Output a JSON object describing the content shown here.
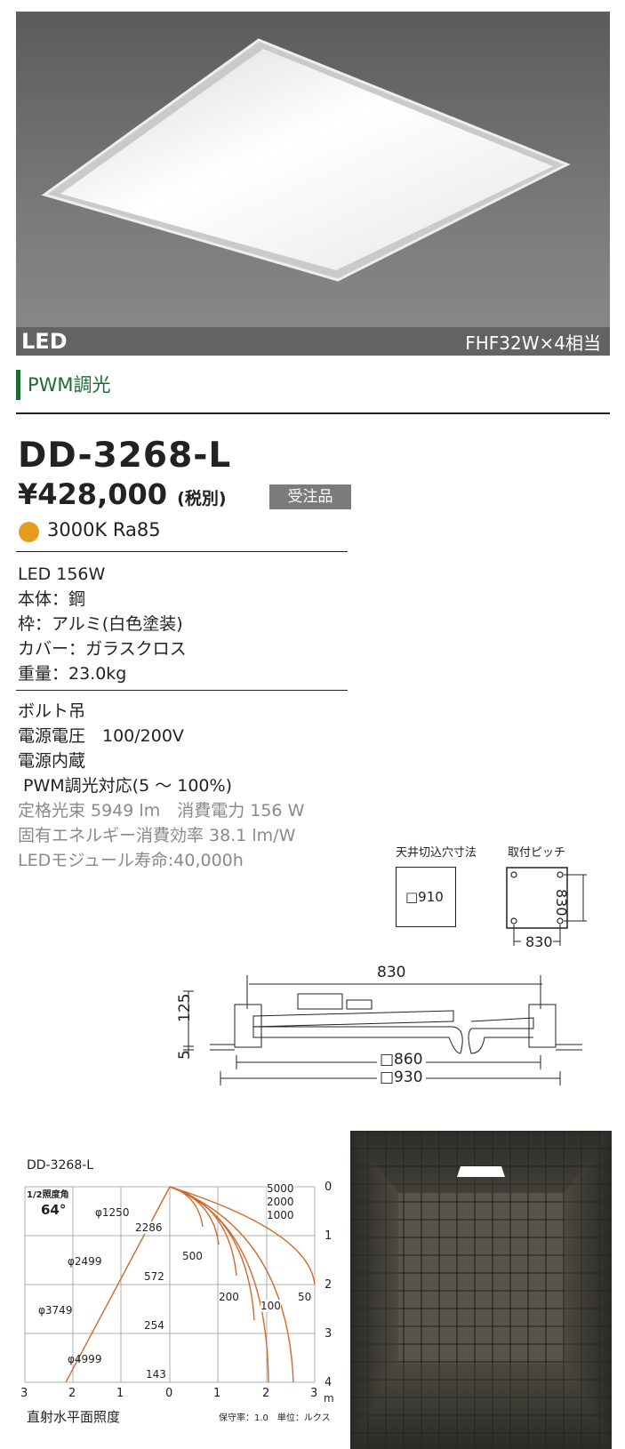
{
  "photo": {
    "lamp_type": "LED",
    "equivalent": "FHF32W×4相当"
  },
  "dimming_tag": "PWM調光",
  "product": {
    "model": "DD-3268-L",
    "price": "¥428,000",
    "price_note": "(税別)",
    "order_badge": "受注品",
    "color_info": "3000K Ra85",
    "color_dot": "#e69c1d"
  },
  "specs_main": [
    "LED 156W",
    "本体：鋼",
    "枠：アルミ(白色塗装)",
    "カバー：ガラスクロス",
    "重量：23.0kg"
  ],
  "specs_install": [
    "ボルト吊",
    "電源電圧　100/200V",
    "電源内蔵",
    " PWM調光対応(5 ～ 100%)"
  ],
  "specs_gray": [
    "定格光束 5949 lm　消費電力 156 W",
    "固有エネルギー消費効率 38.1 lm/W",
    "LEDモジュール寿命:40,000h"
  ],
  "dimensions": {
    "ceiling_cutout_label": "天井切込穴寸法",
    "ceiling_cutout_value": "□910",
    "mount_pitch_label": "取付ピッチ",
    "mount_pitch_h": "830",
    "mount_pitch_v": "830",
    "side_top": "830",
    "side_h1": "125",
    "side_h2": "5",
    "side_inner": "□860",
    "side_outer": "□930"
  },
  "photometry": {
    "model": "DD-3268-L",
    "half_angle_label": "1/2照度角",
    "half_angle_value": "64°",
    "diameters": [
      "φ1250",
      "φ2499",
      "φ3749",
      "φ4999"
    ],
    "center_lux": [
      "2286",
      "572",
      "254",
      "143"
    ],
    "iso_labels": [
      "5000",
      "2000",
      "1000",
      "500",
      "200",
      "100",
      "50"
    ],
    "x_ticks": [
      "3",
      "2",
      "1",
      "0",
      "1",
      "2",
      "3"
    ],
    "y_ticks": [
      "0",
      "1",
      "2",
      "3",
      "4"
    ],
    "unit_m": "m",
    "x_title": "直射水平面照度",
    "footnote": "保守率：1.0　単位：ルクス"
  }
}
